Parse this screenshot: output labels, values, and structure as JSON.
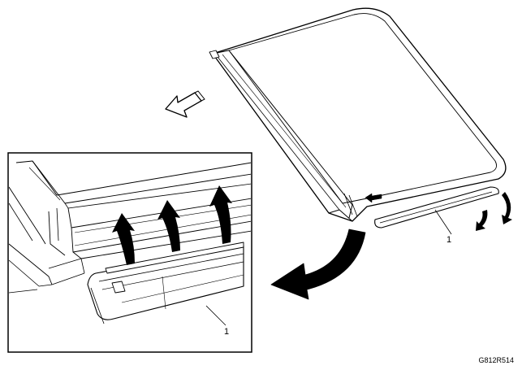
{
  "callouts": {
    "main_part_label": "1",
    "inset_part_label": "1"
  },
  "figure_code": "G812R514",
  "colors": {
    "line": "#000000",
    "background": "#ffffff"
  }
}
